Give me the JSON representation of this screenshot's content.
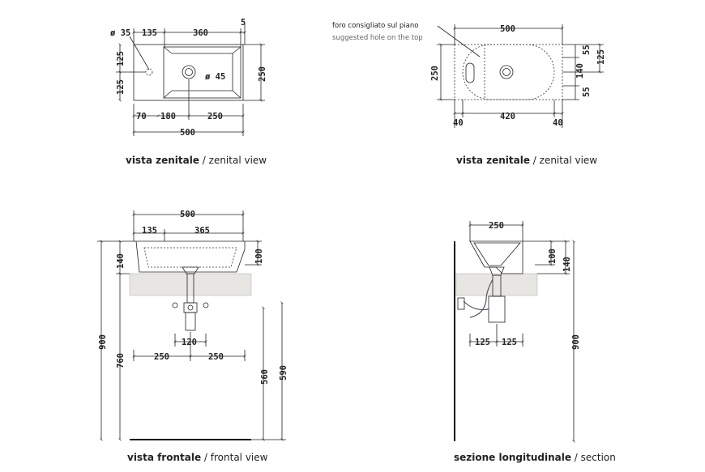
{
  "views": {
    "top_left": {
      "caption_bold": "vista zenitale",
      "caption_sep": " / ",
      "caption_en": "zenital view",
      "dims": {
        "hole": "ø 35",
        "d135": "135",
        "d360": "360",
        "d5": "5",
        "d125a": "125",
        "d125b": "125",
        "d250v": "250",
        "drain": "ø 45",
        "d70": "70",
        "d180": "180",
        "d250h": "250",
        "d500": "500"
      }
    },
    "top_right": {
      "caption_bold": "vista zenitale",
      "caption_sep": " / ",
      "caption_en": "zenital view",
      "note_it": "foro consigliato sul piano",
      "note_en": "suggested hole on the top",
      "dims": {
        "d500": "500",
        "d250": "250",
        "d55a": "55",
        "d125": "125",
        "d140": "140",
        "d55b": "55",
        "d40a": "40",
        "d420": "420",
        "d40b": "40"
      }
    },
    "front": {
      "caption_bold": "vista frontale",
      "caption_sep": " / ",
      "caption_en": "frontal view",
      "dims": {
        "d500": "500",
        "d135": "135",
        "d365": "365",
        "d140": "140",
        "d100": "100",
        "d900": "900",
        "d760": "760",
        "d120": "120",
        "d250a": "250",
        "d250b": "250",
        "d560": "560",
        "d590": "590"
      }
    },
    "section": {
      "caption_bold": "sezione longitudinale",
      "caption_sep": " / ",
      "caption_en": "section",
      "dims": {
        "d250": "250",
        "d100": "100",
        "d140": "140",
        "d125a": "125",
        "d125b": "125",
        "d900": "900"
      }
    }
  }
}
